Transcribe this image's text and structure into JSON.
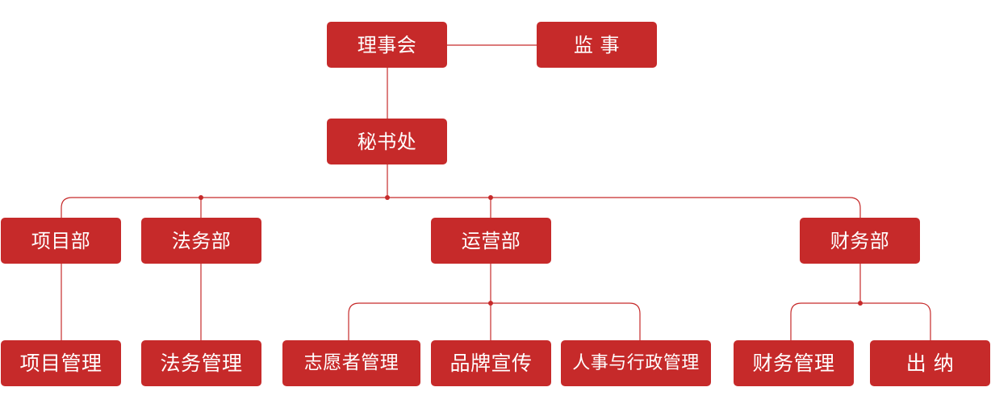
{
  "org_chart": {
    "top": {
      "board": "理事会",
      "supervisor": "监 事",
      "secretariat": "秘书处"
    },
    "departments": {
      "project": "项目部",
      "legal": "法务部",
      "operations": "运营部",
      "finance": "财务部"
    },
    "units": {
      "project_management": "项目管理",
      "legal_management": "法务管理",
      "volunteer_management": "志愿者管理",
      "brand_promotion": "品牌宣传",
      "hr_admin_management": "人事与行政管理",
      "finance_management": "财务管理",
      "cashier": "出 纳"
    }
  },
  "colors": {
    "node_fill": "#c62a2a",
    "connector": "#c62a2a",
    "node_text": "#ffffff",
    "background": "#ffffff"
  }
}
